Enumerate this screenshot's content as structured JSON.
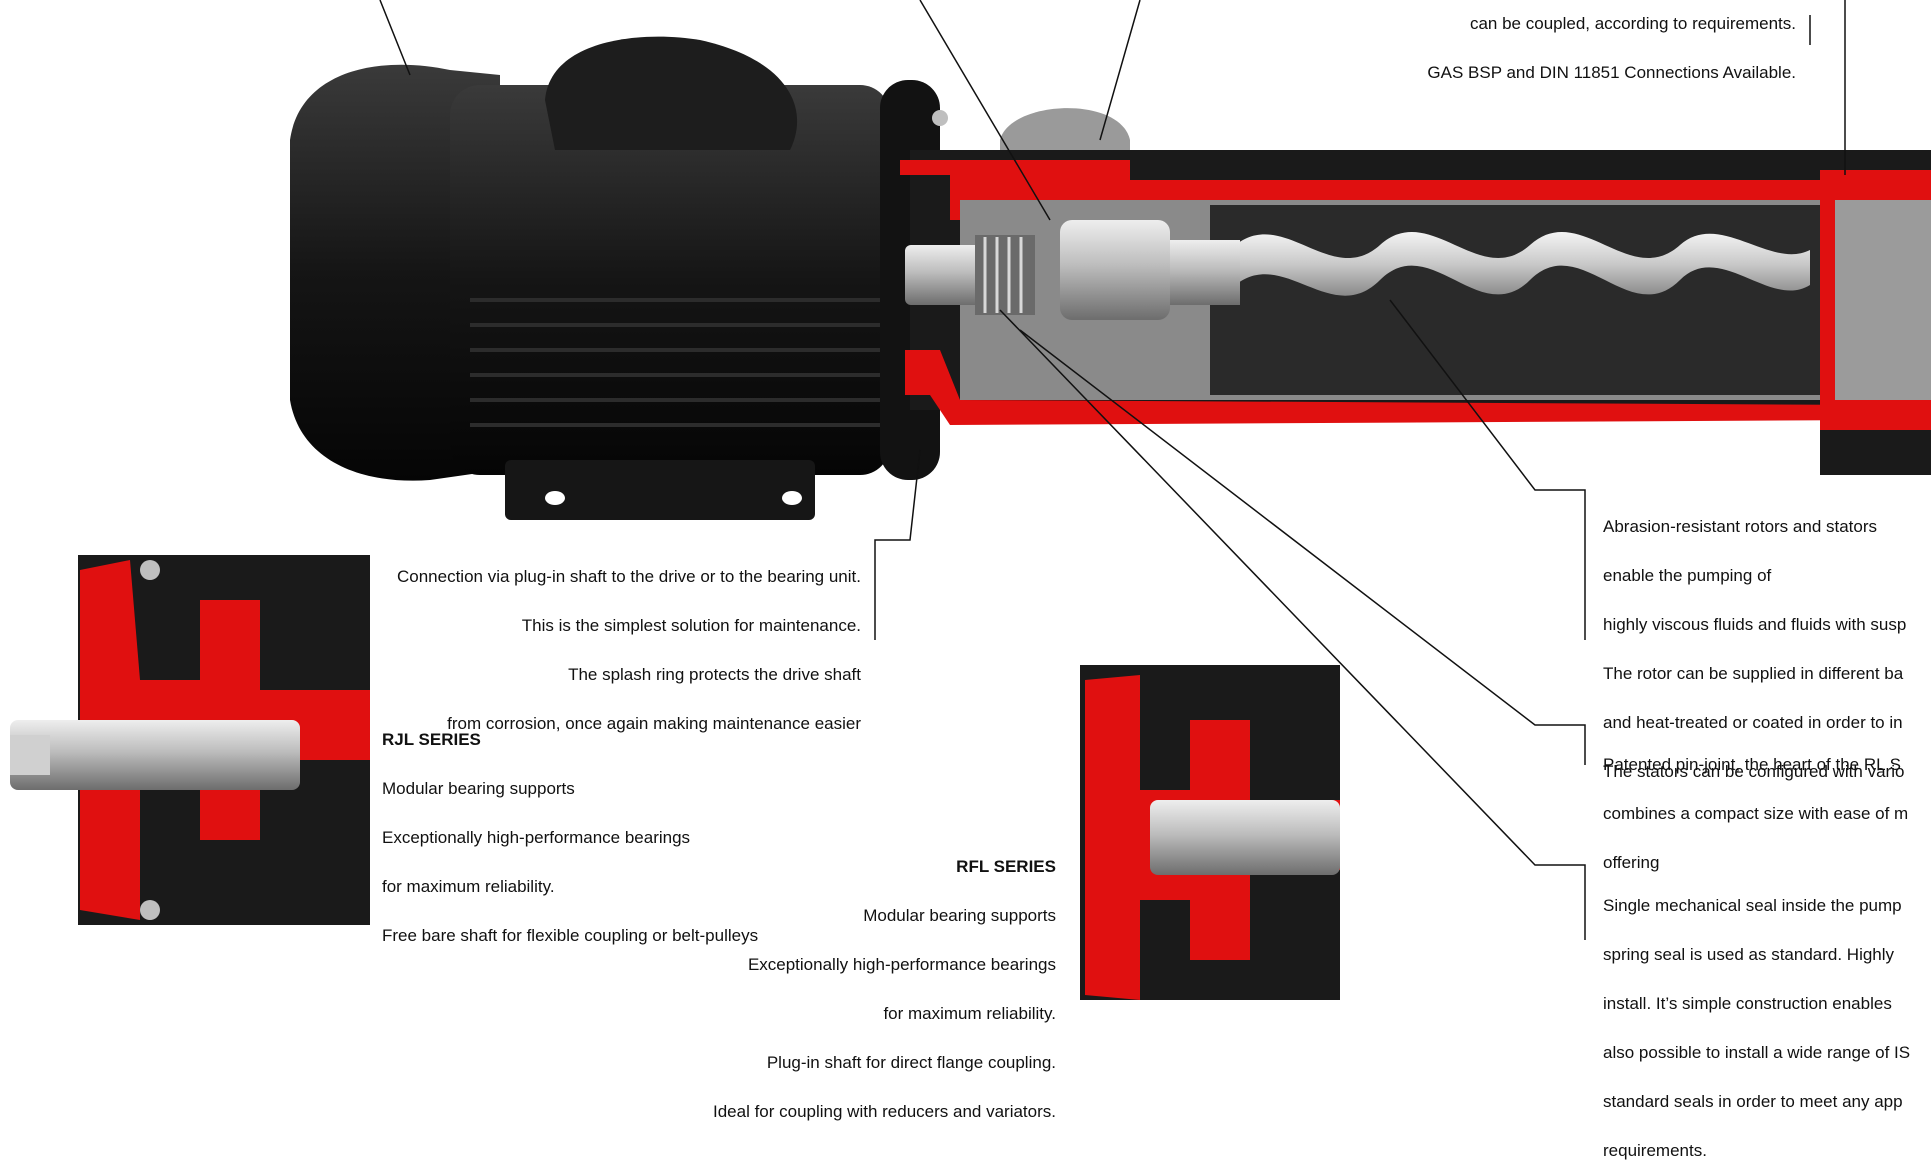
{
  "top_callout": {
    "lines": [
      "can be coupled, according to requirements.",
      "GAS BSP and DIN 11851 Connections Available."
    ]
  },
  "plug_in_shaft": {
    "lines": [
      "Connection via plug-in shaft to the drive or to the bearing unit.",
      "This is the simplest solution for maintenance.",
      "The splash ring protects the drive shaft",
      "from corrosion, once again making maintenance easier"
    ]
  },
  "rjl": {
    "title": "RJL SERIES",
    "lines": [
      "Modular bearing supports",
      "Exceptionally high-performance bearings",
      "for maximum reliability.",
      "Free bare shaft for flexible coupling or belt-pulleys"
    ]
  },
  "rfl": {
    "title": "RFL SERIES",
    "lines": [
      "Modular bearing supports",
      "Exceptionally high-performance bearings",
      "for maximum reliability.",
      "Plug-in shaft for direct flange coupling.",
      "Ideal for coupling with reducers and variators."
    ]
  },
  "rotors": {
    "lines": [
      "Abrasion-resistant rotors and stators",
      "enable the pumping of",
      "highly viscous fluids and fluids with susp",
      "The rotor can be supplied in different ba",
      "and heat-treated or coated in order to in",
      "The stators can be configured with vario"
    ]
  },
  "pin_joint": {
    "lines": [
      "Patented pin-joint, the heart of the RL S",
      "combines a compact size with ease of m",
      "offering"
    ]
  },
  "seal": {
    "lines": [
      "Single mechanical seal inside the pump",
      "spring seal is used as standard.  Highly",
      "install.  It’s simple construction enables",
      "also possible to install a wide range of IS",
      "standard seals in order to meet any app",
      "requirements."
    ]
  },
  "colors": {
    "housing_red": "#e01010",
    "body_black": "#141414",
    "steel": "#c8c8c8",
    "cavity_grey": "#8a8a8a"
  }
}
